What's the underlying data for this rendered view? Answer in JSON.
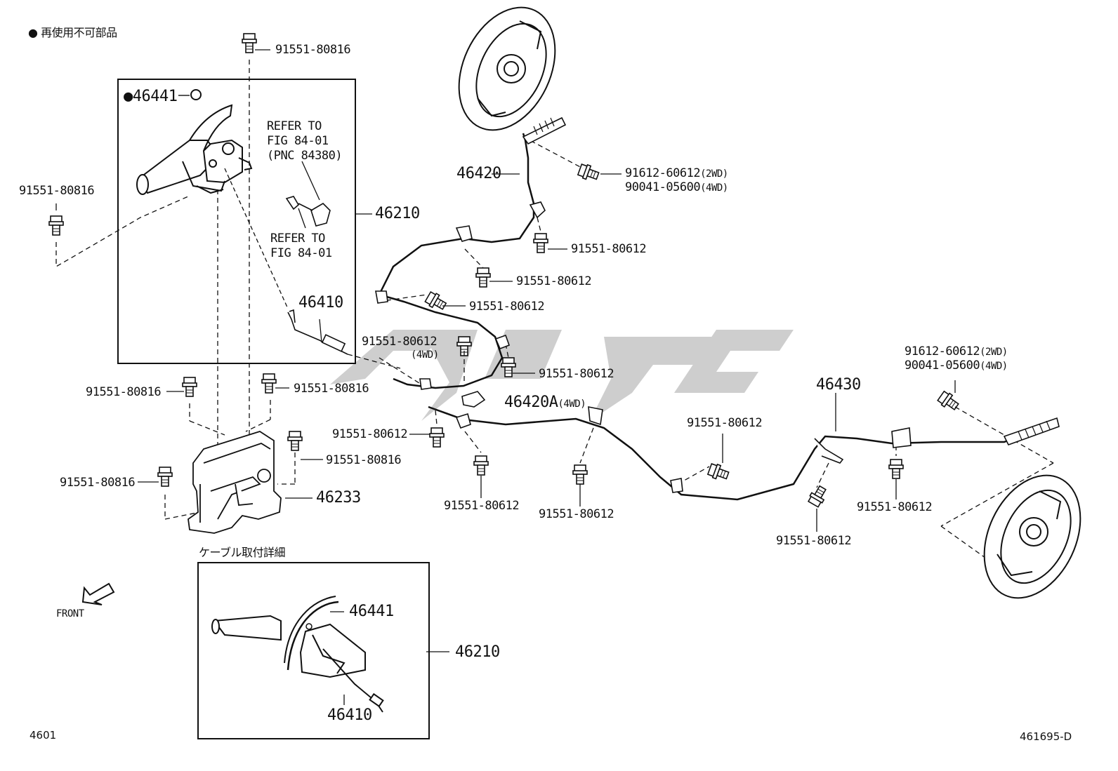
{
  "legend": {
    "marker": "●",
    "text": "再使用不可部品"
  },
  "detail_title": "ケーブル取付詳細",
  "front_label": "FRONT",
  "page_code": "4601",
  "figure_id": "461695-D",
  "refs": [
    "REFER TO\nFIG 84-01\n(PNC 84380)",
    "REFER TO\nFIG 84-01"
  ],
  "callouts": [
    {
      "id": "c1",
      "marker": "",
      "code": "91551-80816",
      "note": ""
    },
    {
      "id": "c2",
      "marker": "●",
      "code": "46441",
      "note": ""
    },
    {
      "id": "c3",
      "marker": "",
      "code": "91551-80816",
      "note": ""
    },
    {
      "id": "c4",
      "marker": "",
      "code": "46210",
      "note": ""
    },
    {
      "id": "c5",
      "marker": "",
      "code": "46410",
      "note": ""
    },
    {
      "id": "c6",
      "marker": "",
      "code": "46420",
      "note": ""
    },
    {
      "id": "c7",
      "marker": "",
      "code": "91612-60612",
      "note": "(2WD)"
    },
    {
      "id": "c8",
      "marker": "",
      "code": "90041-05600",
      "note": "(4WD)"
    },
    {
      "id": "c9",
      "marker": "",
      "code": "91551-80612",
      "note": ""
    },
    {
      "id": "c10",
      "marker": "",
      "code": "91551-80612",
      "note": ""
    },
    {
      "id": "c11",
      "marker": "",
      "code": "91551-80612",
      "note": ""
    },
    {
      "id": "c12",
      "marker": "",
      "code": "91551-80612",
      "note": ""
    },
    {
      "id": "c12n",
      "marker": "",
      "code": "(4WD)",
      "note": ""
    },
    {
      "id": "c13",
      "marker": "",
      "code": "91551-80612",
      "note": ""
    },
    {
      "id": "c14",
      "marker": "",
      "code": "46420A",
      "note": "(4WD)"
    },
    {
      "id": "c15",
      "marker": "",
      "code": "91551-80816",
      "note": ""
    },
    {
      "id": "c16",
      "marker": "",
      "code": "91551-80816",
      "note": ""
    },
    {
      "id": "c17",
      "marker": "",
      "code": "91551-80612",
      "note": ""
    },
    {
      "id": "c18",
      "marker": "",
      "code": "91551-80816",
      "note": ""
    },
    {
      "id": "c19",
      "marker": "",
      "code": "91551-80816",
      "note": ""
    },
    {
      "id": "c20",
      "marker": "",
      "code": "46233",
      "note": ""
    },
    {
      "id": "c21",
      "marker": "",
      "code": "91551-80612",
      "note": ""
    },
    {
      "id": "c22",
      "marker": "",
      "code": "91551-80612",
      "note": ""
    },
    {
      "id": "c23",
      "marker": "",
      "code": "91551-80612",
      "note": ""
    },
    {
      "id": "c24",
      "marker": "",
      "code": "46430",
      "note": ""
    },
    {
      "id": "c25",
      "marker": "",
      "code": "91612-60612",
      "note": "(2WD)"
    },
    {
      "id": "c26",
      "marker": "",
      "code": "90041-05600",
      "note": "(4WD)"
    },
    {
      "id": "c27",
      "marker": "",
      "code": "91551-80612",
      "note": ""
    },
    {
      "id": "c28",
      "marker": "",
      "code": "91551-80612",
      "note": ""
    },
    {
      "id": "c29",
      "marker": "",
      "code": "46441",
      "note": ""
    },
    {
      "id": "c30",
      "marker": "",
      "code": "46210",
      "note": ""
    },
    {
      "id": "c31",
      "marker": "",
      "code": "46410",
      "note": ""
    }
  ],
  "watermark": {
    "color": "#c8c8c8"
  }
}
